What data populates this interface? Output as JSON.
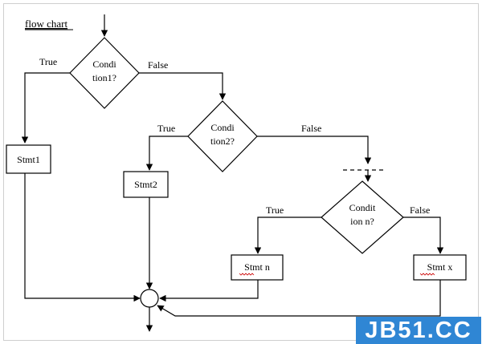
{
  "title": "flow chart",
  "decisions": {
    "cond1": [
      "Condi",
      "tion1?"
    ],
    "cond2": [
      "Condi",
      "tion2?"
    ],
    "condn": [
      "Condit",
      "ion n?"
    ]
  },
  "statements": {
    "s1": "Stmt1",
    "s2": "Stmt2",
    "sn": "Stmt n",
    "sx": "Stmt x"
  },
  "branch_labels": {
    "true1": "True",
    "false1": "False",
    "true2": "True",
    "false2": "False",
    "truen": "True",
    "falsen": "False"
  },
  "watermark": "JB51.CC",
  "colors": {
    "line": "#000000",
    "spellcheck_underline": "#cc0000",
    "watermark_bg": "#2f86d4",
    "watermark_text": "#ffffff"
  }
}
